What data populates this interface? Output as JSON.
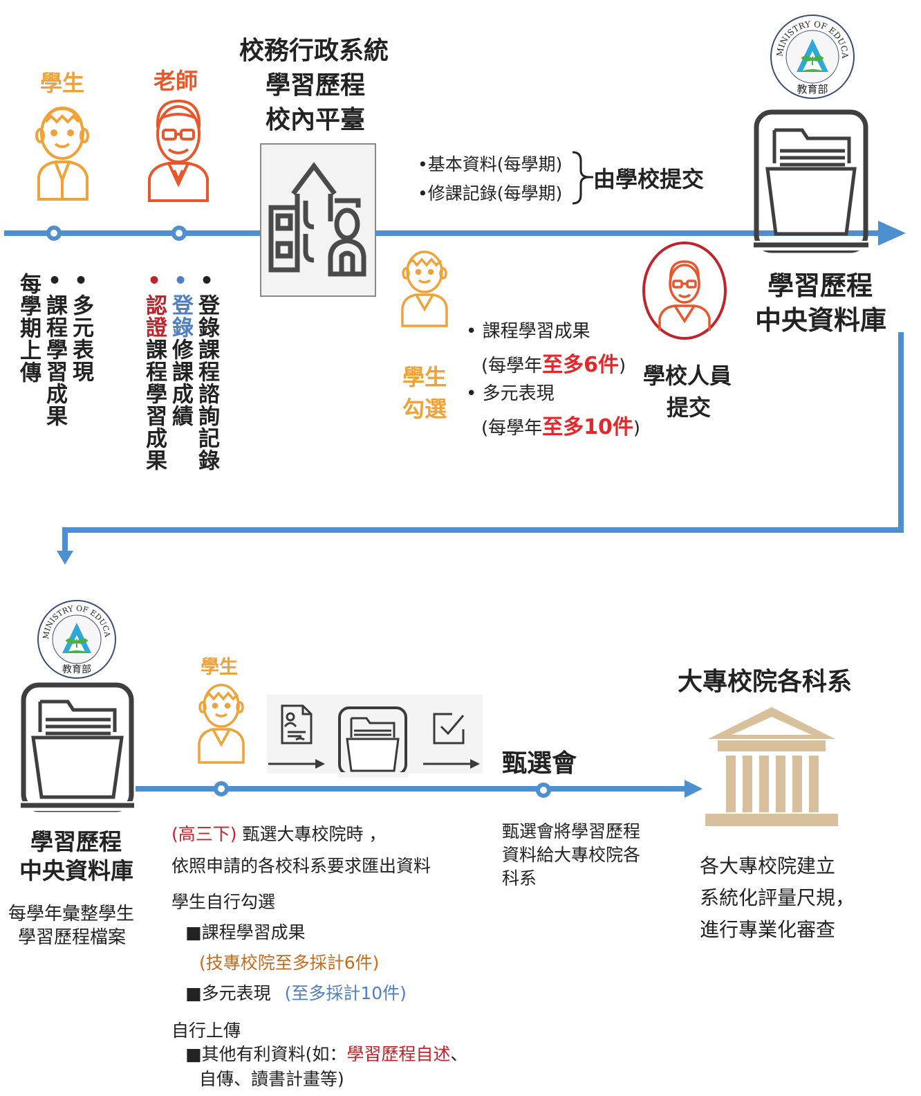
{
  "top": {
    "student_label": "學生",
    "teacher_label": "老師",
    "system_lines": [
      "校務行政系統",
      "學習歷程",
      "校內平臺"
    ],
    "brace_items": [
      "•基本資料(每學期)",
      "•修課記錄(每學期)"
    ],
    "brace_result": "由學校提交",
    "student_col": [
      "•多元表現",
      "•課程學習成果",
      "每學期上傳"
    ],
    "teacher_col": {
      "c1": "•登錄課程諮詢記錄",
      "c2_mark": "•",
      "c2_hl": "登錄",
      "c2_rest": "修課成績",
      "c3_mark": "•",
      "c3_hl": "認證",
      "c3_rest": "課程學習成果"
    },
    "student_pick_label": [
      "學生",
      "勾選"
    ],
    "pick_items": {
      "a": "• 課程學習成果",
      "a_pre": "(每學年",
      "a_hl": "至多6件",
      "a_post": ")",
      "b": "• 多元表現",
      "b_pre": "(每學年",
      "b_hl": "至多10件",
      "b_post": ")"
    },
    "school_staff": [
      "學校人員",
      "提交"
    ],
    "central_db": [
      "學習歷程",
      "中央資料庫"
    ]
  },
  "bottom": {
    "central_db": [
      "學習歷程",
      "中央資料庫"
    ],
    "db_note": [
      "每學年彙整學生",
      "學習歷程檔案"
    ],
    "student_label": "學生",
    "selection_label": "甄選會",
    "university_title": "大專校院各科系",
    "apply": {
      "l1_hl": "(高三下)",
      "l1_rest": " 甄選大專校院時 ，",
      "l2": "依照申請的各校科系要求匯出資料",
      "l3": "學生自行勾選",
      "l4": "■課程學習成果",
      "l5": "(技專校院至多採計6件)",
      "l6": "■多元表現",
      "l6_hl": "(至多採計10件)",
      "l7": "自行上傳",
      "l8_pre": "■其他有利資料(如：",
      "l8_hl": "學習歷程自述",
      "l8_post": "、",
      "l9": "自傳、讀書計畫等)"
    },
    "selection_note": [
      "甄選會將學習歷程",
      "資料給大專校院各",
      "科系"
    ],
    "university_note": [
      "各大專校院建立",
      "系統化評量尺規，",
      "進行專業化審查"
    ]
  },
  "moe_logo_text": [
    "MINISTRY OF EDUCATION",
    "教育部"
  ],
  "colors": {
    "timeline": "#4e8fd0",
    "student": "#f0a236",
    "teacher": "#e8572b",
    "highlight_red": "#e8262a",
    "highlight_blue": "#4f7fc4",
    "dark_red": "#c0242a",
    "orange_text": "#c96a1a",
    "university": "#d8c09d"
  }
}
